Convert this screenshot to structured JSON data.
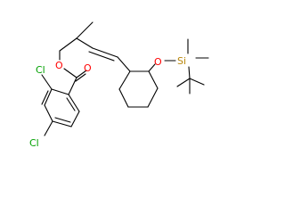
{
  "structure": {
    "atom_labels": {
      "ester_oxygen": "O",
      "carbonyl_oxygen": "O",
      "chlorine_2": "Cl",
      "chlorine_4": "Cl",
      "silyl_ether_oxygen": "O",
      "silicon": "Si"
    }
  },
  "colors": {
    "bond": "#000000",
    "oxygen": "#ff0000",
    "chlorine": "#00a000",
    "silicon": "#b8860b"
  }
}
